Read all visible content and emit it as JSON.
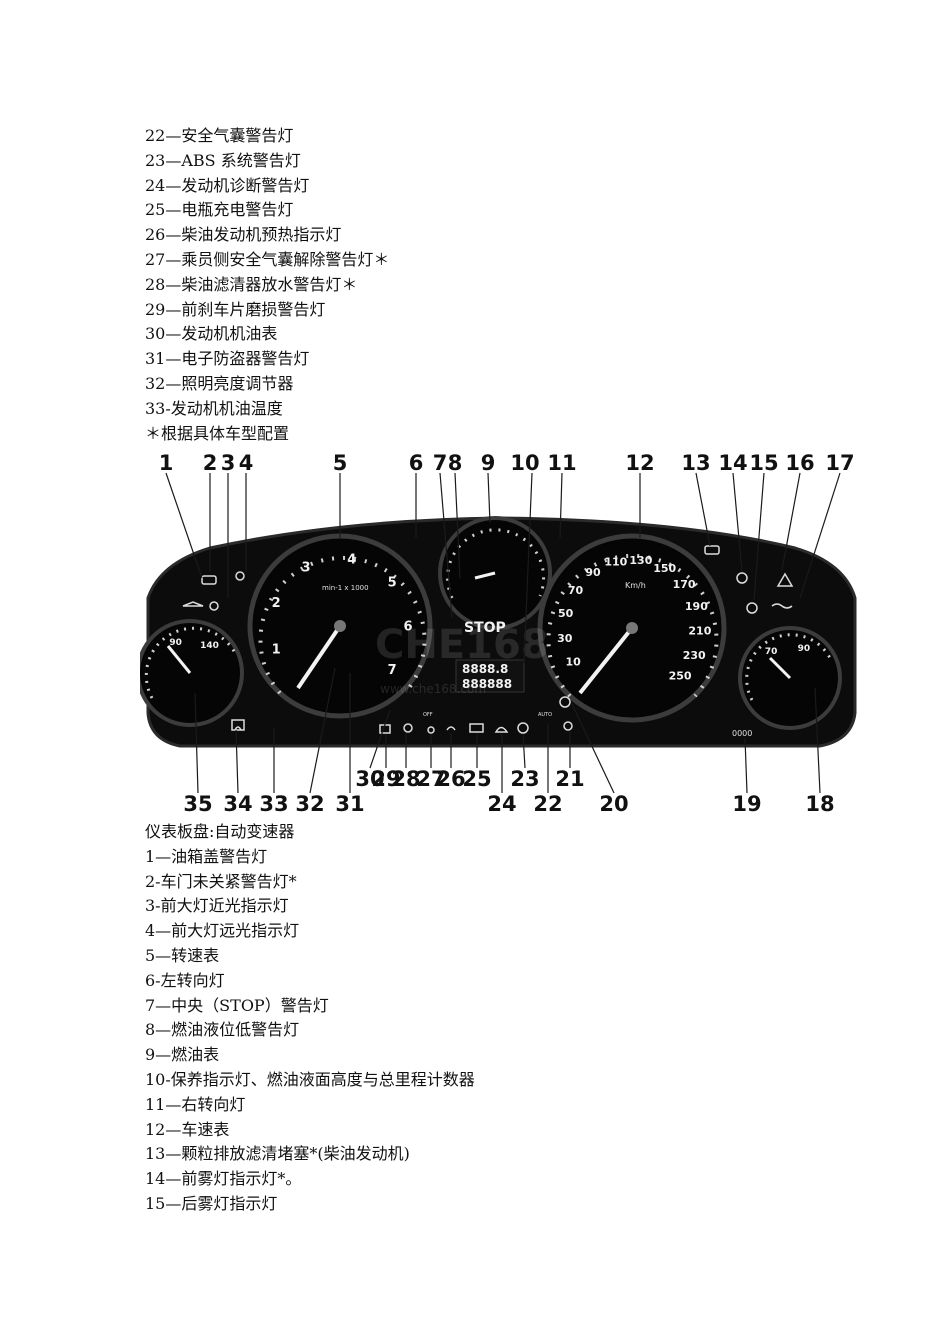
{
  "top_list": [
    "22—安全气囊警告灯",
    "23—ABS 系统警告灯",
    "24—发动机诊断警告灯",
    "25—电瓶充电警告灯",
    "26—柴油发动机预热指示灯",
    "27—乘员侧安全气囊解除警告灯＊",
    "28—柴油滤清器放水警告灯＊",
    "29—前刹车片磨损警告灯",
    "30—发动机机油表",
    "31—电子防盗器警告灯",
    "32—照明亮度调节器",
    "33-发动机机油温度",
    "＊根据具体车型配置"
  ],
  "figure": {
    "top_callouts": [
      "1",
      "2",
      "3",
      "4",
      "5",
      "6",
      "7",
      "8",
      "9",
      "10",
      "11",
      "12",
      "13",
      "14",
      "15",
      "16",
      "17"
    ],
    "bottom_callouts": [
      "35",
      "34",
      "33",
      "32",
      "31",
      "30",
      "29",
      "28",
      "27",
      "26",
      "25",
      "24",
      "23",
      "22",
      "21",
      "20",
      "19",
      "18"
    ],
    "tachometer": {
      "numbers": [
        "1",
        "2",
        "3",
        "4",
        "5",
        "6",
        "7"
      ],
      "unit": "min-1 x 1000"
    },
    "speedometer": {
      "numbers": [
        "10",
        "30",
        "50",
        "70",
        "90",
        "110",
        "130",
        "150",
        "170",
        "190",
        "210",
        "230",
        "250"
      ],
      "unit": "Km/h"
    },
    "oil_temp_gauge": {
      "numbers": [
        "90",
        "140"
      ]
    },
    "coolant_gauge": {
      "numbers": [
        "70",
        "90"
      ]
    },
    "stop_label": "STOP",
    "odometer_top": "8888.8",
    "odometer_bottom": "888888",
    "lamp_off_label": "OFF",
    "lamp_auto_label": "AUTO",
    "trip_label": "0000",
    "watermark": "CHE168",
    "watermark_url": "www.che168.com",
    "colors": {
      "panel": "#0c0c0c",
      "frame": "#2a2a2a",
      "needle": "#f3f3f3"
    }
  },
  "bottom_list": [
    "仪表板盘:自动变速器",
    "1—油箱盖警告灯",
    "2-车门未关紧警告灯*",
    "3-前大灯近光指示灯",
    "4—前大灯远光指示灯",
    "5—转速表",
    "6-左转向灯",
    "7—中央（STOP）警告灯",
    "8—燃油液位低警告灯",
    "9—燃油表",
    "10-保养指示灯、燃油液面高度与总里程计数器",
    "11—右转向灯",
    "12—车速表",
    "13—颗粒排放滤清堵塞*(柴油发动机)",
    "14—前雾灯指示灯*。",
    "15—后雾灯指示灯"
  ]
}
